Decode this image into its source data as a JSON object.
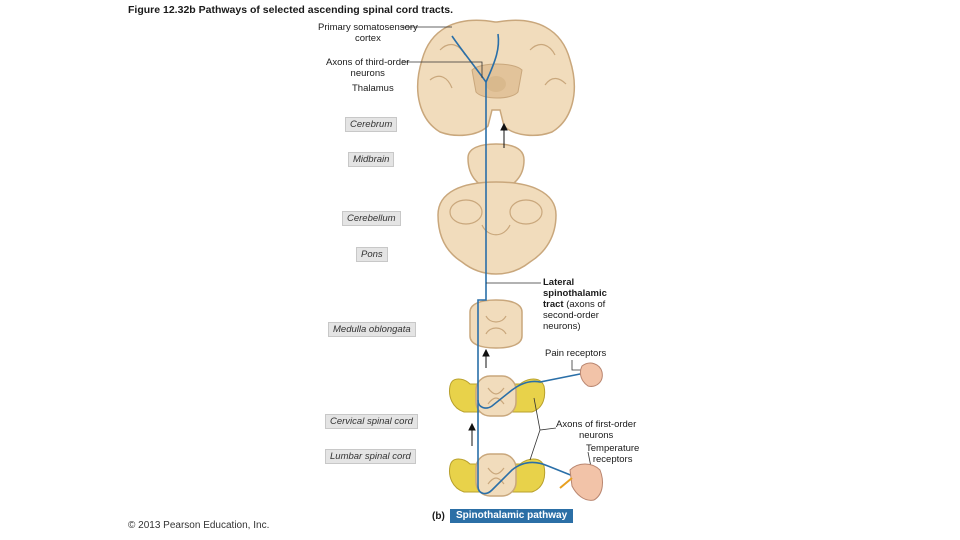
{
  "figure_title": "Figure 12.32b Pathways of selected ascending spinal cord tracts.",
  "copyright": "© 2013 Pearson Education, Inc.",
  "labels": {
    "somatosensory_cortex": [
      "Primary somatosensory",
      "cortex"
    ],
    "third_order_axons": [
      "Axons of third-order",
      "neurons"
    ],
    "thalamus": "Thalamus",
    "lateral_tract_bold": [
      "Lateral",
      "spinothalamic",
      "tract"
    ],
    "lateral_tract_rest": [
      "(axons of",
      "second-order",
      "neurons)"
    ],
    "pain_receptors": "Pain receptors",
    "first_order_axons": [
      "Axons of first-order",
      "neurons"
    ],
    "temperature_receptors": [
      "Temperature",
      "receptors"
    ]
  },
  "region_tags": {
    "cerebrum": "Cerebrum",
    "midbrain": "Midbrain",
    "cerebellum": "Cerebellum",
    "pons": "Pons",
    "medulla": "Medulla oblongata",
    "cervical": "Cervical spinal cord",
    "lumbar": "Lumbar spinal cord"
  },
  "panel_letter": "(b)",
  "pathway_name": "Spinothalamic pathway",
  "colors": {
    "tissue": "#f1dcbc",
    "tissue_edge": "#c9a77c",
    "gray_matter": "#e2c39a",
    "nerve": "#e8d24a",
    "pathway": "#2a6fa8",
    "title_bar": "#2b6fa6"
  }
}
